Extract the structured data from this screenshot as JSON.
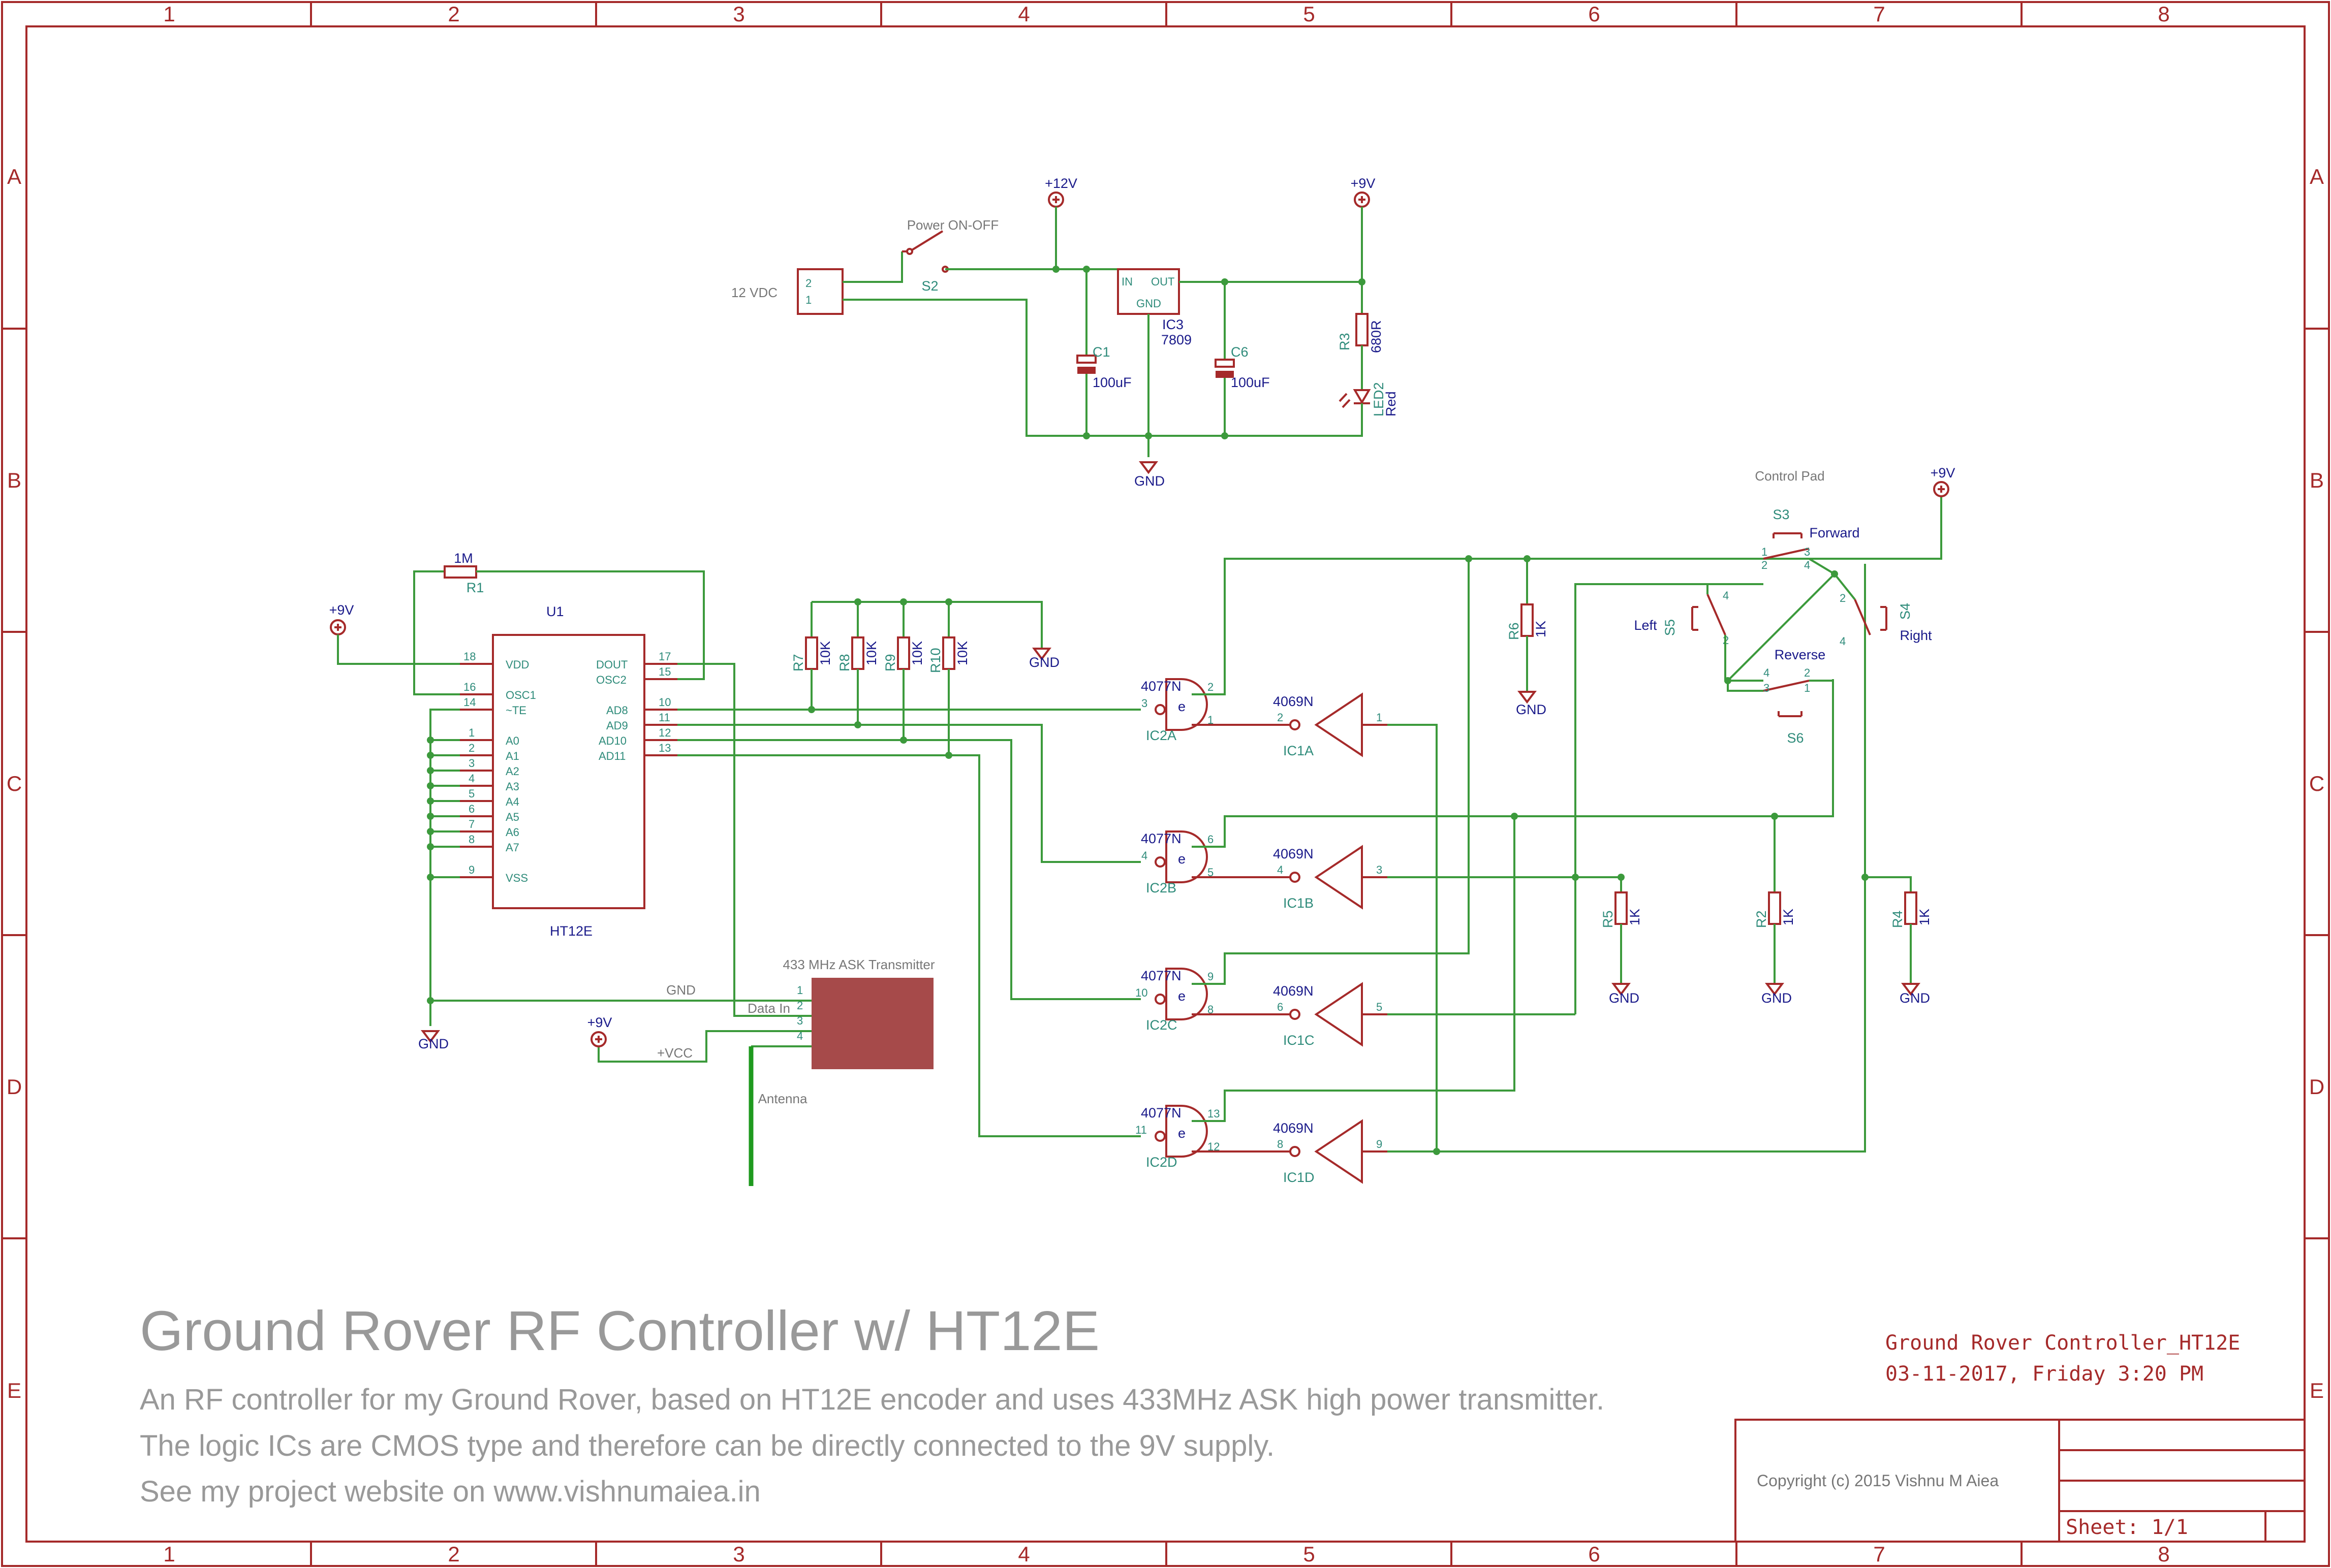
{
  "frame": {
    "columns": [
      "1",
      "2",
      "3",
      "4",
      "5",
      "6",
      "7",
      "8"
    ],
    "rows": [
      "A",
      "B",
      "C",
      "D",
      "E"
    ]
  },
  "title": {
    "heading": "Ground Rover RF Controller w/ HT12E",
    "line1": "An RF controller for my Ground Rover, based on HT12E encoder and uses 433MHz ASK high power transmitter.",
    "line2": "The logic ICs are CMOS type and therefore can be directly connected to the 9V supply.",
    "line3": "See my project website on www.vishnumaiea.in"
  },
  "title_block": {
    "name": "Ground Rover Controller_HT12E",
    "date": "03-11-2017, Friday 3:20 PM",
    "copyright": "Copyright (c) 2015 Vishnu M Aiea",
    "sheet": "Sheet: 1/1"
  },
  "power": {
    "input_label": "12 VDC",
    "switch_label": "Power ON-OFF",
    "switch_ref": "S2",
    "v12": "+12V",
    "v9": "+9V",
    "gnd": "GND",
    "regulator_ref": "IC3",
    "regulator_val": "7809",
    "reg_in": "IN",
    "reg_out": "OUT",
    "reg_gnd": "GND",
    "c1_ref": "C1",
    "c1_val": "100uF",
    "c6_ref": "C6",
    "c6_val": "100uF",
    "r3_ref": "R3",
    "r3_val": "680R",
    "led_ref": "LED2",
    "led_val": "Red",
    "conn_pin2": "2",
    "conn_pin1": "1"
  },
  "encoder": {
    "ref": "U1",
    "value": "HT12E",
    "r1_ref": "R1",
    "r1_val": "1M",
    "left_pins": [
      {
        "num": "18",
        "name": "VDD"
      },
      {
        "num": "16",
        "name": "OSC1"
      },
      {
        "num": "14",
        "name": "~TE"
      },
      {
        "num": "1",
        "name": "A0"
      },
      {
        "num": "2",
        "name": "A1"
      },
      {
        "num": "3",
        "name": "A2"
      },
      {
        "num": "4",
        "name": "A3"
      },
      {
        "num": "5",
        "name": "A4"
      },
      {
        "num": "6",
        "name": "A5"
      },
      {
        "num": "7",
        "name": "A6"
      },
      {
        "num": "8",
        "name": "A7"
      },
      {
        "num": "9",
        "name": "VSS"
      }
    ],
    "right_pins": [
      {
        "num": "17",
        "name": "DOUT"
      },
      {
        "num": "15",
        "name": "OSC2"
      },
      {
        "num": "10",
        "name": "AD8"
      },
      {
        "num": "11",
        "name": "AD9"
      },
      {
        "num": "12",
        "name": "AD10"
      },
      {
        "num": "13",
        "name": "AD11"
      }
    ]
  },
  "pullups": [
    {
      "ref": "R7",
      "val": "10K"
    },
    {
      "ref": "R8",
      "val": "10K"
    },
    {
      "ref": "R9",
      "val": "10K"
    },
    {
      "ref": "R10",
      "val": "10K"
    }
  ],
  "gates": [
    {
      "ref": "IC2A",
      "type": "4077N",
      "in1": "3",
      "in2": "1",
      "out": "2"
    },
    {
      "ref": "IC2B",
      "type": "4077N",
      "in1": "4",
      "in2": "5",
      "out": "6"
    },
    {
      "ref": "IC2C",
      "type": "4077N",
      "in1": "10",
      "in2": "8",
      "out": "9"
    },
    {
      "ref": "IC2D",
      "type": "4077N",
      "in1": "11",
      "in2": "12",
      "out": "13"
    }
  ],
  "gate_symbol": "e",
  "inverters": [
    {
      "ref": "IC1A",
      "type": "4069N",
      "in": "1",
      "out": "2"
    },
    {
      "ref": "IC1B",
      "type": "4069N",
      "in": "3",
      "out": "4"
    },
    {
      "ref": "IC1C",
      "type": "4069N",
      "in": "5",
      "out": "6"
    },
    {
      "ref": "IC1D",
      "type": "4069N",
      "in": "9",
      "out": "8"
    }
  ],
  "control_pad": {
    "title": "Control Pad",
    "s3_ref": "S3",
    "s3_name": "Forward",
    "s4_ref": "S4",
    "s4_name": "Right",
    "s5_ref": "S5",
    "s5_name": "Left",
    "s6_ref": "S6",
    "s6_name": "Reverse",
    "r6_ref": "R6",
    "r6_val": "1K"
  },
  "pulldowns": [
    {
      "ref": "R5",
      "val": "1K"
    },
    {
      "ref": "R2",
      "val": "1K"
    },
    {
      "ref": "R4",
      "val": "1K"
    }
  ],
  "transmitter": {
    "title": "433 MHz ASK Transmitter",
    "gnd_label": "GND",
    "data_label": "Data In",
    "vcc_label": "+VCC",
    "antenna_label": "Antenna",
    "pins": [
      "1",
      "2",
      "3",
      "4"
    ]
  },
  "colors": {
    "frame": "#a52a2a",
    "wire": "#3c9a3c",
    "reference": "#1a1a8a",
    "pin_label": "#2e8b7a",
    "module_fill": "#a64a4a",
    "title_text": "#999999"
  }
}
